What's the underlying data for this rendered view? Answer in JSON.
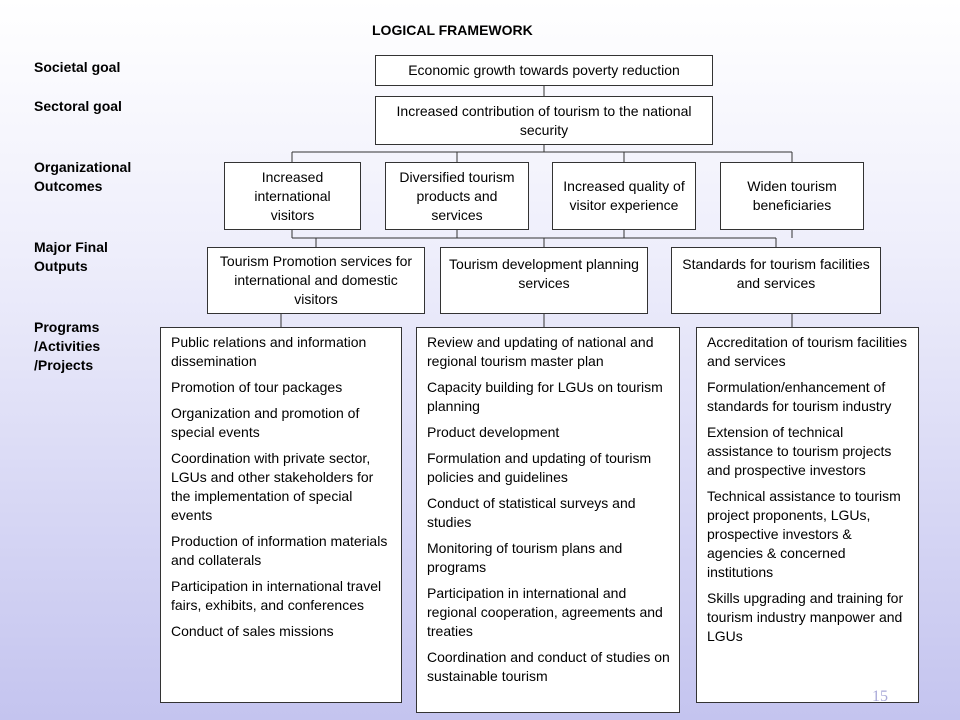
{
  "title": "LOGICAL FRAMEWORK",
  "levels": {
    "societal": "Societal goal",
    "sectoral": "Sectoral goal",
    "org1": "Organizational",
    "org2": "Outcomes",
    "mfo1": "Major Final",
    "mfo2": "Outputs",
    "ppa1": "Programs",
    "ppa2": "/Activities",
    "ppa3": "/Projects"
  },
  "societal_goal": "Economic growth towards poverty reduction",
  "sectoral_goal": "Increased contribution of tourism to the national security",
  "outcomes": [
    "Increased international visitors",
    "Diversified tourism products and services",
    "Increased quality of visitor experience",
    "Widen tourism beneficiaries"
  ],
  "outputs": [
    "Tourism Promotion services for international and domestic visitors",
    "Tourism development planning services",
    "Standards for tourism facilities and services"
  ],
  "programs": [
    [
      "Public relations and information dissemination",
      "Promotion of tour packages",
      "Organization and promotion of special events",
      "Coordination with private sector, LGUs and other stakeholders for the implementation of special events",
      "Production of information materials and collaterals",
      "Participation in international travel fairs, exhibits, and conferences",
      "Conduct of sales missions"
    ],
    [
      "Review and updating of national and regional tourism master plan",
      "Capacity building for LGUs on tourism planning",
      "Product development",
      "Formulation and updating of tourism policies and guidelines",
      "Conduct of statistical surveys and studies",
      "Monitoring of tourism plans and programs",
      "Participation in international and regional cooperation, agreements and treaties",
      "Coordination and conduct of studies on sustainable tourism"
    ],
    [
      "Accreditation of tourism facilities and services",
      "Formulation/enhancement of standards for tourism industry",
      "Extension of technical assistance to tourism projects and prospective investors",
      "Technical assistance to tourism project proponents, LGUs, prospective investors & agencies & concerned institutions",
      "Skills upgrading and training for tourism industry manpower and LGUs"
    ]
  ],
  "slide_number": "15"
}
